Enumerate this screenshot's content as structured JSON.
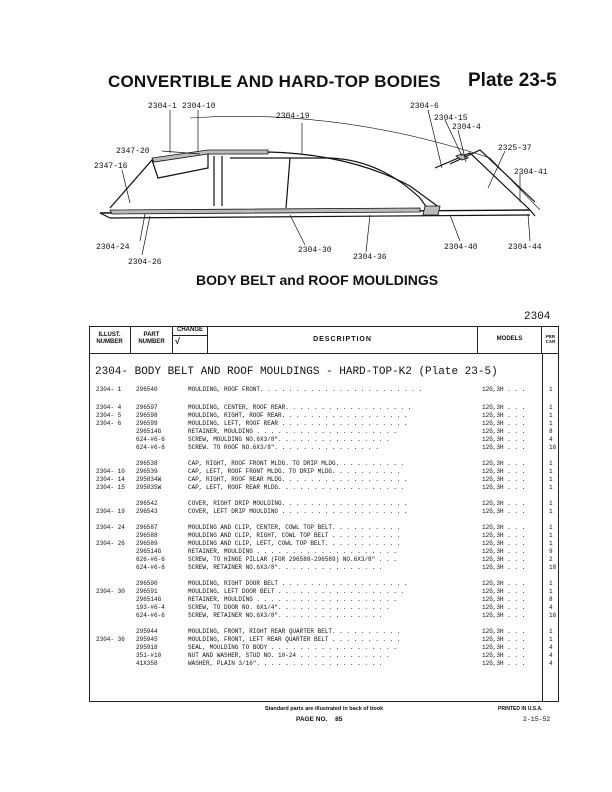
{
  "header": {
    "title": "CONVERTIBLE AND HARD-TOP BODIES",
    "plate": "Plate 23-5"
  },
  "diagram": {
    "callouts": [
      "2304-1",
      "2304-10",
      "2304-19",
      "2304-6",
      "2304-15",
      "2304-4",
      "2347-20",
      "2347-16",
      "2325-37",
      "2304-41",
      "2304-24",
      "2304-26",
      "2304-30",
      "2304-36",
      "2304-40",
      "2304-44"
    ]
  },
  "subtitle": "BODY BELT and ROOF MOULDINGS",
  "group_number": "2304",
  "table": {
    "headers": {
      "illust": "ILLUST. NUMBER",
      "part": "PART NUMBER",
      "change": "CHANGE",
      "change_mark": "√",
      "description": "DESCRIPTION",
      "models": "MODELS",
      "per_car": "PER CAR"
    },
    "section_title": "2304- BODY BELT AND ROOF MOULDINGS - HARD-TOP-K2 (Plate 23-5)",
    "rows": [
      {
        "illus": "2304- 1",
        "part": "296540",
        "desc": "MOULDING, ROOF FRONT. . . . . . . . . . . . . . . . . . . . . . .",
        "models": "12G,3H . . .",
        "per": "1"
      },
      {
        "illus": "2304- 4",
        "part": "296597",
        "desc": "MOULDING, CENTER, ROOF REAR. . . . . . . . . . . . . . . . . .",
        "models": "12G,3H . . .",
        "per": "1"
      },
      {
        "illus": "2304- 5",
        "part": "296598",
        "desc": "MOULDING, RIGHT, ROOF REAR. . . . . . . . . . . . . . . . . .",
        "models": "12G,3H . . .",
        "per": "1"
      },
      {
        "illus": "2304- 6",
        "part": "296599",
        "desc": "MOULDING, LEFT, ROOF REAR . . . . . . . . . . . . . . . . . .",
        "models": "12G,3H . . .",
        "per": "1"
      },
      {
        "illus": "",
        "part": "296514G",
        "desc": "  RETAINER, MOULDING . . . . . . . . . . . . . . . . . . . .",
        "models": "12G,3H . . .",
        "per": "8"
      },
      {
        "illus": "",
        "part": "624-#6-6",
        "desc": "  SCREW, MOULDING NO.6X3/8\". . . . . . . . . . . . . . . .",
        "models": "12G,3H . . .",
        "per": "4"
      },
      {
        "illus": "",
        "part": "624-#6-6",
        "desc": "    SCREW. TO ROOF NO.6X3/8\". . . . . . . . . . . . . . .",
        "models": "12G,3H . . .",
        "per": "16"
      },
      {
        "illus": "",
        "part": "296538",
        "desc": "CAP, RIGHT, ROOF FRONT MLDG. TO DRIP MLDG. . . . . . . . . .",
        "models": "12G,3H . . .",
        "per": "1"
      },
      {
        "illus": "2304- 10",
        "part": "296539",
        "desc": "CAP, LEFT, ROOF FRONT MLDG. TO DRIP MLDG. . . . . . . . . .",
        "models": "12G,3H . . .",
        "per": "1"
      },
      {
        "illus": "2304- 14",
        "part": "295834W",
        "desc": "CAP, RIGHT, ROOF REAR MLDG. . . . . . . . . . . . . . . . . .",
        "models": "12G,3H . . .",
        "per": "1"
      },
      {
        "illus": "2304- 15",
        "part": "295835W",
        "desc": "CAP, LEFT, ROOF REAR MLDG. . . . . . . . . . . . . . . . . .",
        "models": "12G,3H . . .",
        "per": "1"
      },
      {
        "illus": "",
        "part": "296542",
        "desc": "COVER, RIGHT DRIP MOULDING. . . . . . . . . . . . . . . . . .",
        "models": "12G,3H . . .",
        "per": "1"
      },
      {
        "illus": "2304- 19",
        "part": "296543",
        "desc": "COVER, LEFT DRIP MOULDING . . . . . . . . . . . . . . . . . .",
        "models": "12G,3H . . .",
        "per": "1"
      },
      {
        "illus": "2304- 24",
        "part": "296587",
        "desc": "MOULDING AND CLIP, CENTER, COWL TOP BELT. . . . . . . . . .",
        "models": "12G,3H . . .",
        "per": "1"
      },
      {
        "illus": "",
        "part": "296588",
        "desc": "MOULDING AND CLIP, RIGHT, COWL TOP BELT . . . . . . . . . .",
        "models": "12G,3H . . .",
        "per": "1"
      },
      {
        "illus": "2304- 26",
        "part": "296589",
        "desc": "MOULDING AND CLIP, LEFT, COWL TOP BELT. . . . . . . . . . .",
        "models": "12G,3H . . .",
        "per": "1"
      },
      {
        "illus": "",
        "part": "296514G",
        "desc": "  RETAINER, MOULDING . . . . . . . . . . . . . . . . . . . .",
        "models": "12G,3H . . .",
        "per": "9"
      },
      {
        "illus": "",
        "part": "626-#6-6",
        "desc": "  SCREW, TO HINGE PILLAR (FOR 296588-296589) NO.6X3/8\" . . .",
        "models": "12G,3H . . .",
        "per": "2"
      },
      {
        "illus": "",
        "part": "624-#6-6",
        "desc": "    SCREW, RETAINER NO.6X3/8\". . . . . . . . . . . . . . .",
        "models": "12G,3H . . .",
        "per": "18"
      },
      {
        "illus": "",
        "part": "296590",
        "desc": "MOULDING, RIGHT DOOR BELT . . . . . . . . . . . . . . . . . .",
        "models": "12G,3H . . .",
        "per": "1"
      },
      {
        "illus": "2304- 30",
        "part": "296591",
        "desc": "MOULDING, LEFT DOOR BELT . . . . . . . . . . . . . . . . . .",
        "models": "12G,3H . . .",
        "per": "1"
      },
      {
        "illus": "",
        "part": "296514G",
        "desc": "  RETAINER, MOULDING . . . . . . . . . . . . . . . . . . . .",
        "models": "12G,3H . . .",
        "per": "8"
      },
      {
        "illus": "",
        "part": "193-#6-4",
        "desc": "  SCREW, TO DOOR NO. 6X1/4\". . . . . . . . . . . . . . . .",
        "models": "12G,3H . . .",
        "per": "4"
      },
      {
        "illus": "",
        "part": "624-#6-6",
        "desc": "    SCREW, RETAINER NO.6X3/8\". . . . . . . . . . . . . . .",
        "models": "12G,3H . . .",
        "per": "16"
      },
      {
        "illus": "",
        "part": "295944",
        "desc": "MOULDING, FRONT, RIGHT REAR QUARTER BELT. . . . . . . . . .",
        "models": "12G,3H . . .",
        "per": "1"
      },
      {
        "illus": "2304- 36",
        "part": "295945",
        "desc": "MOULDING, FRONT, LEFT REAR QUARTER BELT . . . . . . . . . .",
        "models": "12G,3H . . .",
        "per": "1"
      },
      {
        "illus": "",
        "part": "295918",
        "desc": "  SEAL, MOULDING TO BODY . . . . . . . . . . . . . . . . . .",
        "models": "12G,3H . . .",
        "per": "4"
      },
      {
        "illus": "",
        "part": "351-#10",
        "desc": "  NUT AND WASHER, STUD NO. 10-24 . . . . . . . . . . . . .",
        "models": "12G,3H . . .",
        "per": "4"
      },
      {
        "illus": "",
        "part": "41X358",
        "desc": "    WASHER, PLAIN 3/16\". . . . . . . . . . . . . . . . . .",
        "models": "12G,3H . . .",
        "per": "4"
      }
    ]
  },
  "footer": {
    "standard_parts": "Standard parts are illustrated in back of book",
    "printed": "PRINTED IN U.S.A.",
    "page_label": "PAGE NO.",
    "page_no": "85",
    "date": "2-15-52"
  }
}
